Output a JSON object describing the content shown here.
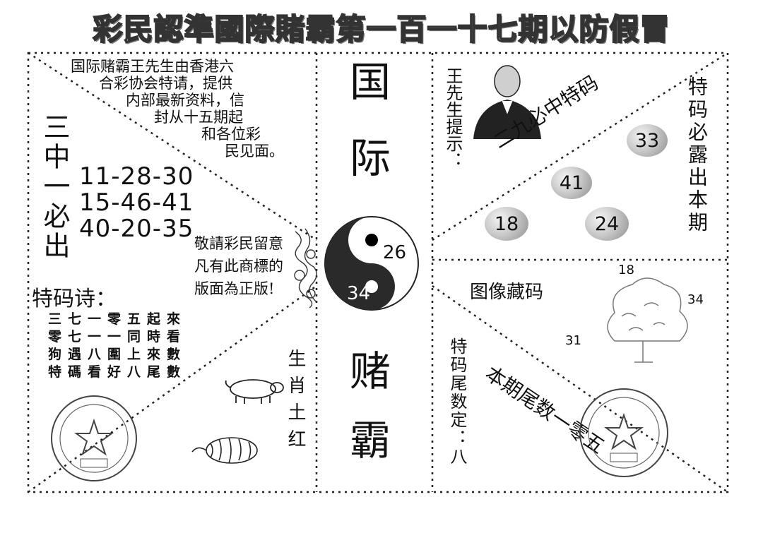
{
  "title": "彩民認準國際賭霸第一百一十七期以防假冒",
  "left_top": {
    "intro_lines": [
      "国际赌霸王先生由香港六",
      "合彩协会特请，提供",
      "内部最新资料，信",
      "封从十五期起",
      "和各位彩",
      "民见面。"
    ],
    "side_label": "三中一必出",
    "number_rows": [
      "11-28-30",
      "15-46-41",
      "40-20-35"
    ]
  },
  "notice": {
    "lines": [
      "敬請彩民留意",
      "凡有此商標的",
      "版面為正版!"
    ]
  },
  "poem": {
    "title": "特码诗：",
    "lines": [
      "三七一零五起來",
      "零七一一同時看",
      "狗遇八圍上來數",
      "特碼看好八尾數"
    ]
  },
  "zodiac": {
    "text": "生肖土红"
  },
  "center": {
    "top_chars": "国际",
    "bottom_chars": "赌霸",
    "yin_yang_numbers": [
      "26",
      "34"
    ]
  },
  "right_top": {
    "tip_label": "王先生提示：",
    "diagonal_text": "二九必中特码",
    "right_label": "特码必露出本期",
    "balls": [
      "33",
      "41",
      "18",
      "24"
    ]
  },
  "right_bottom": {
    "label": "图像藏码",
    "hidden_numbers": [
      "18",
      "34",
      "31"
    ],
    "tail_label": "特码尾数定：八",
    "diagonal_text": "本期尾数一零五"
  },
  "colors": {
    "ink": "#111111",
    "ball_dark": "#8d8d8d",
    "ball_light": "#f4f4f4"
  },
  "icons": [
    "portrait-photo",
    "yin-yang-icon",
    "pig-icon",
    "tiger-icon",
    "tree-image",
    "seal-stamp",
    "ornament-image"
  ]
}
